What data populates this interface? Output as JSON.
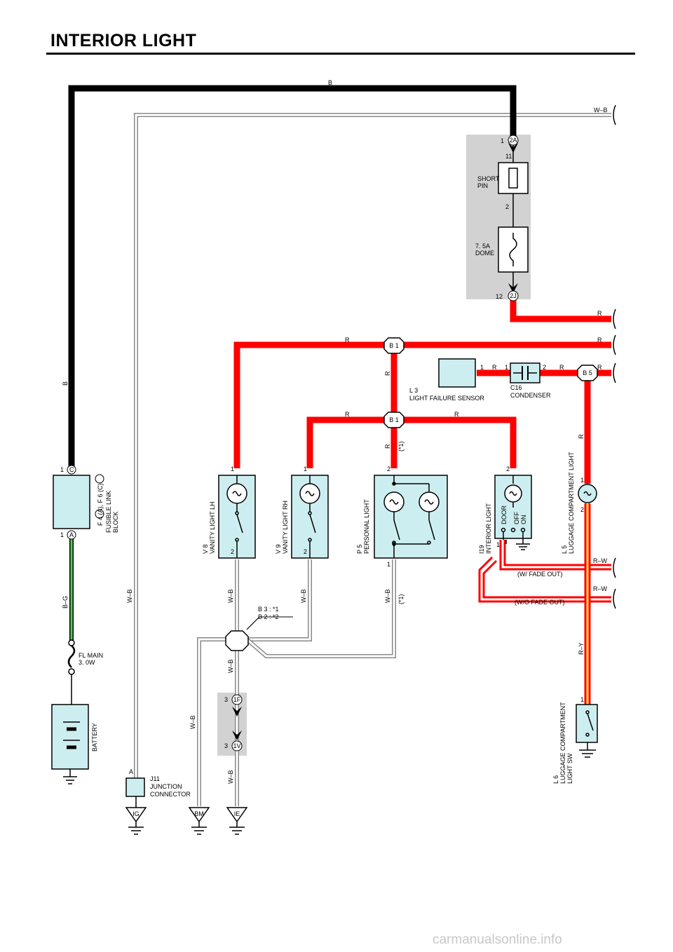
{
  "title": "INTERIOR LIGHT",
  "watermark": "carmanualsonline.info",
  "wire_colors": {
    "black": "#000000",
    "red": "#ff0000",
    "white_black": "#ffffff",
    "black_green": "#33aa33",
    "red_yellow": "#ffdd55",
    "red_white": "#ff0000"
  },
  "wire_labels": {
    "b_top": "B",
    "b_left": "B",
    "wb_top": "W–B",
    "wb_left": "W–B",
    "bg": "B–G",
    "r_2j": "R",
    "r_b1_left": "R",
    "r_b1_right": "R",
    "r_b1_down": "R",
    "r_sensor": "R",
    "r_cond_left": "R",
    "r_cond_right": "R",
    "r_b5_right": "R",
    "r_b5_down": "R",
    "r_b1b_left": "R",
    "r_b1b_right": "R",
    "r_b1b_down": "R",
    "star1_a": "(*1)",
    "star1_b": "(*1)",
    "wb_v8": "W–B",
    "wb_v9": "W–B",
    "wb_p5": "W–B",
    "wb_j_down": "W–B",
    "wb_ie": "W–B",
    "wb_bm": "W–B",
    "rw_1": "R–W",
    "rw_2": "R–W",
    "ry": "R–Y"
  },
  "components": {
    "fuse_short": "SHORT\nPIN",
    "fuse_dome": "7. 5A\nDOME",
    "connector_2a": "2A",
    "connector_2j": "2J",
    "pin_2a": "1",
    "pin_2a_in": "11",
    "pin_short_2": "2",
    "pin_2j": "12",
    "fusible_link_code": "F 4 (A), F 6 (C)",
    "fusible_link_name": "FUSIBLE LINK\nBLOCK",
    "conn_c": "C",
    "conn_a": "A",
    "pin_c": "1",
    "pin_a": "1",
    "fl_main": "FL MAIN\n3. 0W",
    "battery": "BATTERY",
    "junction_b1_top": "B 1",
    "junction_b1_mid": "B 1",
    "junction_b5": "B 5",
    "sensor_code": "L 3",
    "sensor_name": "LIGHT FAILURE SENSOR",
    "sensor_pin": "1",
    "condenser_code": "C16",
    "condenser_name": "CONDENSER",
    "cond_pin1": "1",
    "cond_pin2": "2",
    "v8_code": "V 8",
    "v8_name": "VANITY LIGHT LH",
    "v9_code": "V 9",
    "v9_name": "VANITY LIGHT RH",
    "p5_code": "P 5",
    "p5_name": "PERSONAL LIGHT",
    "i19_code": "I19",
    "i19_name": "INTERIOR LIGHT",
    "i19_door": "DOOR",
    "i19_off": "OFF",
    "i19_on": "ON",
    "l5_code": "L 5",
    "l5_name": "LUGGAGE COMPARTMENT LIGHT",
    "l6_code": "L 6",
    "l6_name": "LUGGAGE COMPARTMENT\nLIGHT SW",
    "v8_pin1": "1",
    "v8_pin2": "2",
    "v9_pin1": "1",
    "v9_pin2": "2",
    "p5_pin2": "2",
    "p5_pin1": "1",
    "i19_pin2": "2",
    "i19_pin1": "1",
    "l5_pin1": "1",
    "l5_pin2": "2",
    "l6_pin1": "1",
    "splice_note": "B 3 : *1\nB 2 : *2",
    "conn_1f": "1F",
    "conn_1v": "1V",
    "pin_1f": "3",
    "pin_1v": "3",
    "j11_code": "J11",
    "j11_name": "JUNCTION\nCONNECTOR",
    "j11_pin": "A",
    "ground_ig": "IG",
    "ground_bm": "BM",
    "ground_ie": "IE",
    "fade_out": "(W/ FADE OUT)",
    "no_fade_out": "(W/O FADE OUT)"
  }
}
